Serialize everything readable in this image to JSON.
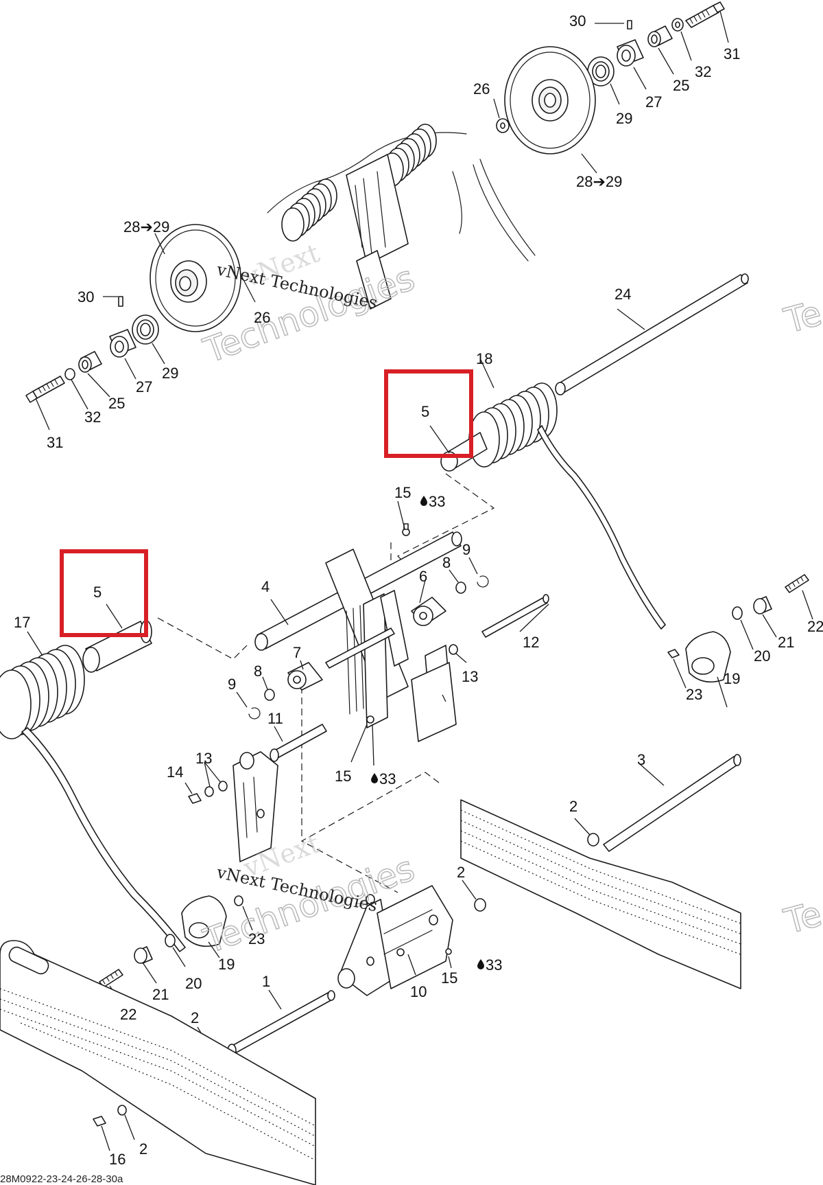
{
  "accent_color": "#d81f26",
  "callouts": {
    "c30a": "30",
    "c31a": "31",
    "c32a": "32",
    "c25a": "25",
    "c27a": "27",
    "c26a": "26",
    "c29a": "29",
    "c2829a": "28➔29",
    "c2829b": "28➔29",
    "c30b": "30",
    "c26b": "26",
    "c29b": "29",
    "c27b": "27",
    "c25b": "25",
    "c32b": "32",
    "c31b": "31",
    "c24": "24",
    "c18": "18",
    "c5a": "5",
    "c5b": "5",
    "c15a": "15",
    "c33a": "33",
    "c9a": "9",
    "c8a": "8",
    "c6": "6",
    "c4": "4",
    "c17": "17",
    "c12": "12",
    "c13a": "13",
    "c7": "7",
    "c8b": "8",
    "c9b": "9",
    "c11": "11",
    "c15b": "15",
    "c33b": "33",
    "c14": "14",
    "c13b": "13",
    "c22a": "22",
    "c21a": "21",
    "c20a": "20",
    "c19a": "19",
    "c23a": "23",
    "c3": "3",
    "c2a": "2",
    "c2b": "2",
    "c23b": "23",
    "c19b": "19",
    "c20b": "20",
    "c21b": "21",
    "c22b": "22",
    "c1": "1",
    "c10": "10",
    "c15c": "15",
    "c33c": "33",
    "c2c": "2",
    "c2d": "2",
    "c16": "16"
  },
  "watermark": {
    "line1": "vNext",
    "line2": "vNext Technologies",
    "line3": "Technologies"
  },
  "drawing_ref": "28M0922-23-24-26-28-30a",
  "icons": [
    "oil-drop-icon"
  ]
}
